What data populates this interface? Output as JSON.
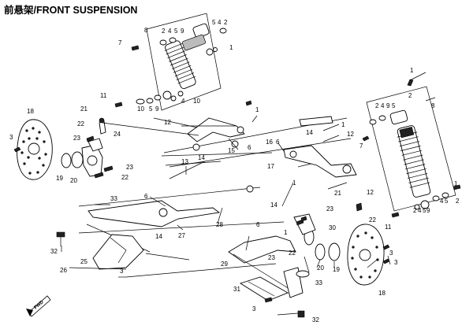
{
  "title": "前悬架/FRONT SUSPENSION",
  "callouts": [
    {
      "id": "c1",
      "text": "1"
    },
    {
      "id": "c2",
      "text": "1"
    },
    {
      "id": "c3",
      "text": "1"
    },
    {
      "id": "c4",
      "text": "1"
    },
    {
      "id": "c5",
      "text": "1"
    },
    {
      "id": "c6",
      "text": "2"
    },
    {
      "id": "c7",
      "text": "2"
    },
    {
      "id": "c8",
      "text": "3"
    },
    {
      "id": "c9",
      "text": "3"
    },
    {
      "id": "c10",
      "text": "3"
    },
    {
      "id": "c11",
      "text": "4"
    },
    {
      "id": "c12",
      "text": "4"
    },
    {
      "id": "c13",
      "text": "5"
    },
    {
      "id": "c14",
      "text": "5"
    },
    {
      "id": "c15",
      "text": "6"
    },
    {
      "id": "c16",
      "text": "6"
    },
    {
      "id": "c17",
      "text": "6"
    },
    {
      "id": "c18",
      "text": "6"
    },
    {
      "id": "c19",
      "text": "7"
    },
    {
      "id": "c20",
      "text": "7"
    },
    {
      "id": "c21",
      "text": "8"
    },
    {
      "id": "c22",
      "text": "8"
    },
    {
      "id": "c23",
      "text": "11"
    },
    {
      "id": "c24",
      "text": "11"
    },
    {
      "id": "c25",
      "text": "12"
    },
    {
      "id": "c26",
      "text": "12"
    },
    {
      "id": "c27",
      "text": "12"
    },
    {
      "id": "c28",
      "text": "13"
    },
    {
      "id": "c29",
      "text": "14"
    },
    {
      "id": "c30",
      "text": "14"
    },
    {
      "id": "c31",
      "text": "14"
    },
    {
      "id": "c32",
      "text": "14"
    },
    {
      "id": "c33",
      "text": "15"
    },
    {
      "id": "c34",
      "text": "16"
    },
    {
      "id": "c35",
      "text": "17"
    },
    {
      "id": "c36",
      "text": "18"
    },
    {
      "id": "c37",
      "text": "18"
    },
    {
      "id": "c38",
      "text": "19"
    },
    {
      "id": "c39",
      "text": "19"
    },
    {
      "id": "c40",
      "text": "20"
    },
    {
      "id": "c41",
      "text": "20"
    },
    {
      "id": "c42",
      "text": "21"
    },
    {
      "id": "c43",
      "text": "21"
    },
    {
      "id": "c44",
      "text": "22"
    },
    {
      "id": "c45",
      "text": "22"
    },
    {
      "id": "c46",
      "text": "22"
    },
    {
      "id": "c47",
      "text": "22"
    },
    {
      "id": "c48",
      "text": "23"
    },
    {
      "id": "c49",
      "text": "23"
    },
    {
      "id": "c50",
      "text": "23"
    },
    {
      "id": "c51",
      "text": "23"
    },
    {
      "id": "c52",
      "text": "24"
    },
    {
      "id": "c53",
      "text": "25"
    },
    {
      "id": "c54",
      "text": "26"
    },
    {
      "id": "c55",
      "text": "27"
    },
    {
      "id": "c56",
      "text": "28"
    },
    {
      "id": "c57",
      "text": "29"
    },
    {
      "id": "c58",
      "text": "30"
    },
    {
      "id": "c59",
      "text": "31"
    },
    {
      "id": "c60",
      "text": "32"
    },
    {
      "id": "c61",
      "text": "32"
    },
    {
      "id": "c62",
      "text": "33"
    },
    {
      "id": "c63",
      "text": "33"
    },
    {
      "id": "c64",
      "text": "10"
    },
    {
      "id": "c65",
      "text": "10"
    },
    {
      "id": "c66",
      "text": "9"
    },
    {
      "id": "c67",
      "text": "9"
    },
    {
      "id": "c68",
      "text": "9"
    },
    {
      "id": "c69",
      "text": "9"
    },
    {
      "id": "c70",
      "text": "4"
    },
    {
      "id": "c71",
      "text": "5"
    },
    {
      "id": "c72",
      "text": "4"
    },
    {
      "id": "c73",
      "text": "5"
    },
    {
      "id": "c74",
      "text": "2"
    },
    {
      "id": "c75",
      "text": "2"
    },
    {
      "id": "c76",
      "text": "2"
    },
    {
      "id": "c77",
      "text": "2"
    },
    {
      "id": "c78",
      "text": "4"
    },
    {
      "id": "c79",
      "text": "5"
    },
    {
      "id": "c80",
      "text": "4"
    },
    {
      "id": "c81",
      "text": "5"
    },
    {
      "id": "c82",
      "text": "3"
    },
    {
      "id": "c83",
      "text": "3"
    },
    {
      "id": "c84",
      "text": "1"
    },
    {
      "id": "c85",
      "text": "1"
    }
  ],
  "badge": "FWD"
}
